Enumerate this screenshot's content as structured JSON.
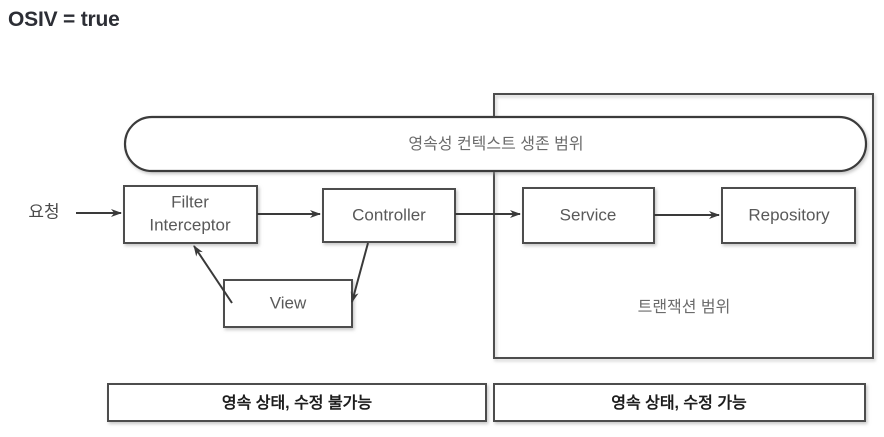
{
  "page": {
    "title": "OSIV = true"
  },
  "diagram": {
    "type": "flow-diagram",
    "entry_label": "요청",
    "scopes": [
      {
        "id": "persistence-context-scope",
        "label": "영속성 컨텍스트 생존 범위",
        "shape": "stadium",
        "spans": [
          "filter-interceptor",
          "controller",
          "service",
          "repository"
        ]
      },
      {
        "id": "transaction-scope",
        "label": "트랜잭션 범위",
        "shape": "rectangle",
        "spans": [
          "service",
          "repository"
        ]
      }
    ],
    "nodes": [
      {
        "id": "filter-interceptor",
        "line1": "Filter",
        "line2": "Interceptor"
      },
      {
        "id": "controller",
        "line1": "Controller",
        "line2": ""
      },
      {
        "id": "view",
        "line1": "View",
        "line2": ""
      },
      {
        "id": "service",
        "line1": "Service",
        "line2": ""
      },
      {
        "id": "repository",
        "line1": "Repository",
        "line2": ""
      }
    ],
    "edges": [
      {
        "from": "request",
        "to": "filter-interceptor"
      },
      {
        "from": "filter-interceptor",
        "to": "controller"
      },
      {
        "from": "controller",
        "to": "service"
      },
      {
        "from": "service",
        "to": "repository"
      },
      {
        "from": "controller",
        "to": "view"
      },
      {
        "from": "view",
        "to": "filter-interceptor"
      }
    ],
    "legend": [
      {
        "id": "legend-left",
        "label": "영속 상태, 수정 불가능"
      },
      {
        "id": "legend-right",
        "label": "영속 상태, 수정 가능"
      }
    ]
  },
  "colors": {
    "title": "#2c2e35",
    "stroke": "#4d4d4d",
    "node_text": "#595959",
    "scope_text": "#6b6b6b",
    "legend_text": "#1d1d1d",
    "background": "#ffffff"
  }
}
